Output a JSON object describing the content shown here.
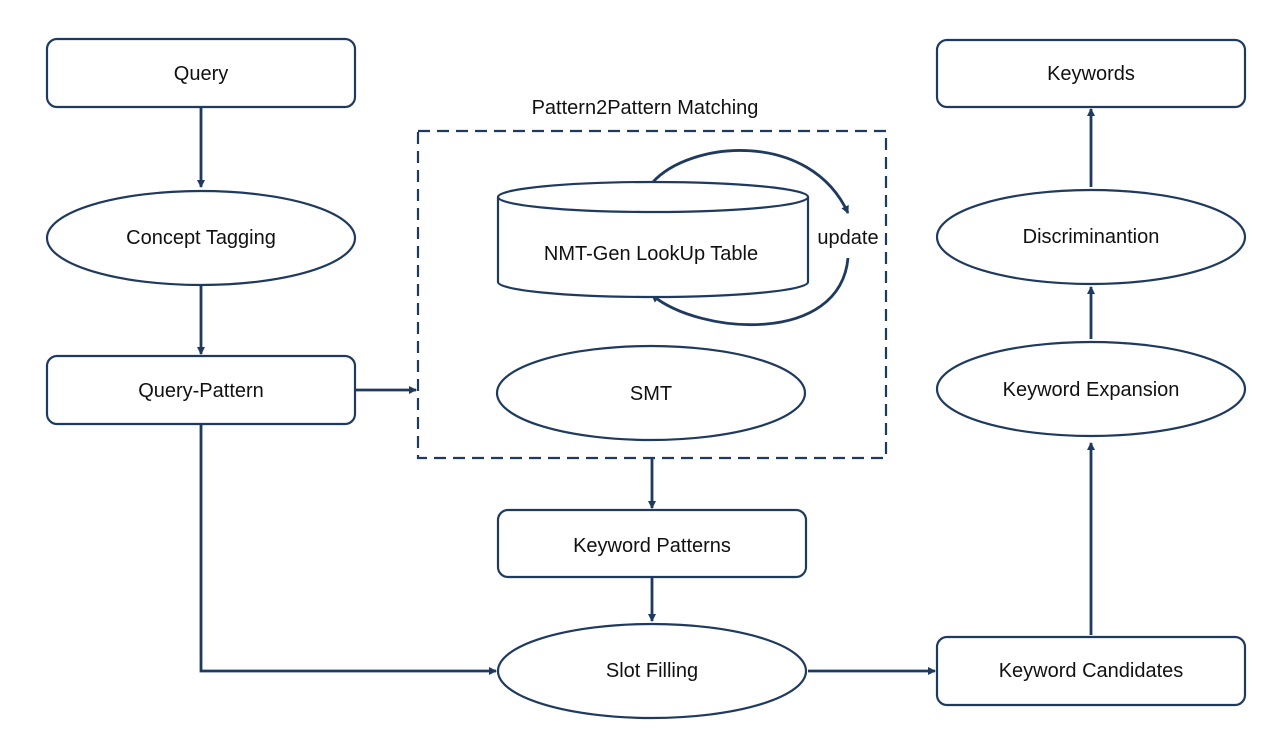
{
  "diagram": {
    "stroke_color": "#1f3a5f",
    "nodes": {
      "query": "Query",
      "concept_tagging": "Concept Tagging",
      "query_pattern": "Query-Pattern",
      "group_title": "Pattern2Pattern Matching",
      "lookup_table": "NMT-Gen LookUp Table",
      "update": "update",
      "smt": "SMT",
      "keyword_patterns": "Keyword Patterns",
      "slot_filling": "Slot Filling",
      "keyword_candidates": "Keyword Candidates",
      "keyword_expansion": "Keyword Expansion",
      "discrimination": "Discriminantion",
      "keywords": "Keywords"
    }
  }
}
